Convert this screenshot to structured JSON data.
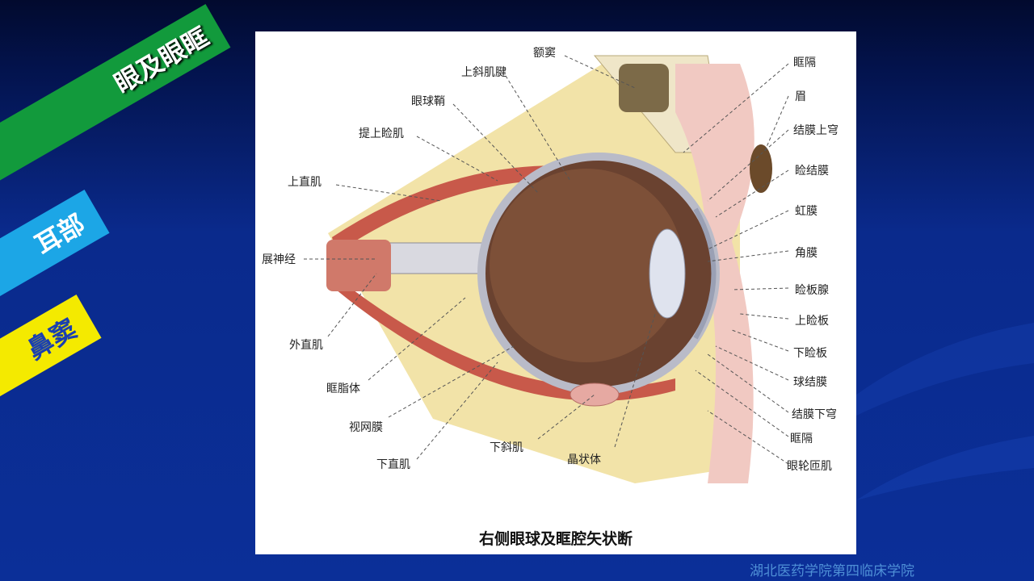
{
  "banners": {
    "eye_orbit": "眼及眼眶",
    "ear": "耳部",
    "sinus": "鼻窦"
  },
  "figure": {
    "caption": "右侧眼球及眶腔矢状断",
    "labels_left": {
      "frontal_sinus": "额窦",
      "superior_oblique_tendon": "上斜肌腱",
      "bulbar_sheath": "眼球鞘",
      "levator": "提上睑肌",
      "superior_rectus": "上直肌",
      "abducens": "展神经",
      "lateral_rectus": "外直肌",
      "orbital_fat": "眶脂体",
      "retina": "视网膜",
      "inferior_rectus": "下直肌",
      "inferior_oblique": "下斜肌",
      "lens": "晶状体"
    },
    "labels_right": {
      "orbital_septum_top": "眶隔",
      "eyebrow": "眉",
      "superior_fornix": "结膜上穹",
      "palpebral_conjunctiva": "睑结膜",
      "iris": "虹膜",
      "cornea": "角膜",
      "tarsal_glands": "睑板腺",
      "superior_tarsus": "上睑板",
      "inferior_tarsus": "下睑板",
      "bulbar_conjunctiva": "球结膜",
      "inferior_fornix": "结膜下穹",
      "orbital_septum_bottom": "眶隔",
      "orbicularis": "眼轮匝肌"
    }
  },
  "footer": "湖北医药学院第四临床学院"
}
